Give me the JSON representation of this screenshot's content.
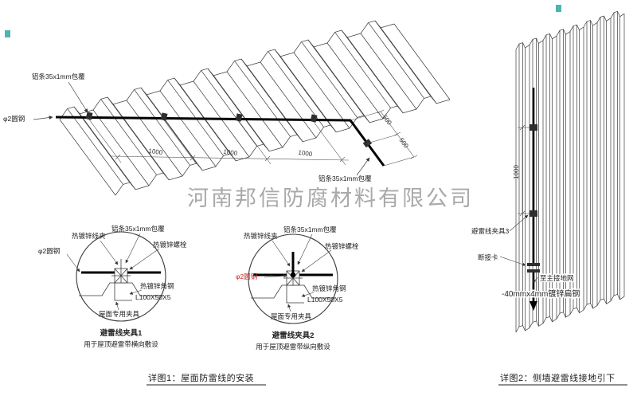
{
  "watermark": "河南邦信防腐材料有限公司",
  "roof": {
    "label_strip": "铝条35x1mm包覆",
    "label_rod": "φ2圆钢",
    "dim_1000": "1000",
    "dim_500": "500"
  },
  "clamps": {
    "label_clip": "热镀锌线夹",
    "label_strip": "铝条35x1mm包覆",
    "label_bolt": "热镀锌螺栓",
    "label_rod": "φ2圆钢",
    "label_angle": "热镀锌角钢",
    "label_angle_size": "L100X50X5",
    "label_fixture": "屋面专用夹具",
    "clamp1_title": "避雷线夹具1",
    "clamp1_subtitle": "用于屋顶避雷带横向敷设",
    "clamp2_title": "避雷线夹具2",
    "clamp2_subtitle": "用于屋顶避雷带纵向敷设"
  },
  "wall": {
    "dim_1000": "1000",
    "label_clamp3": "避雷线夹具3",
    "label_disconnect": "断接卡",
    "label_to_ground": "至主接地网",
    "label_flat_steel": "-40mmx4mm镀锌扁钢"
  },
  "captions": {
    "detail1": "详图1：屋面防雷线的安装",
    "detail2": "详图2：侧墙避雷线接地引下"
  }
}
